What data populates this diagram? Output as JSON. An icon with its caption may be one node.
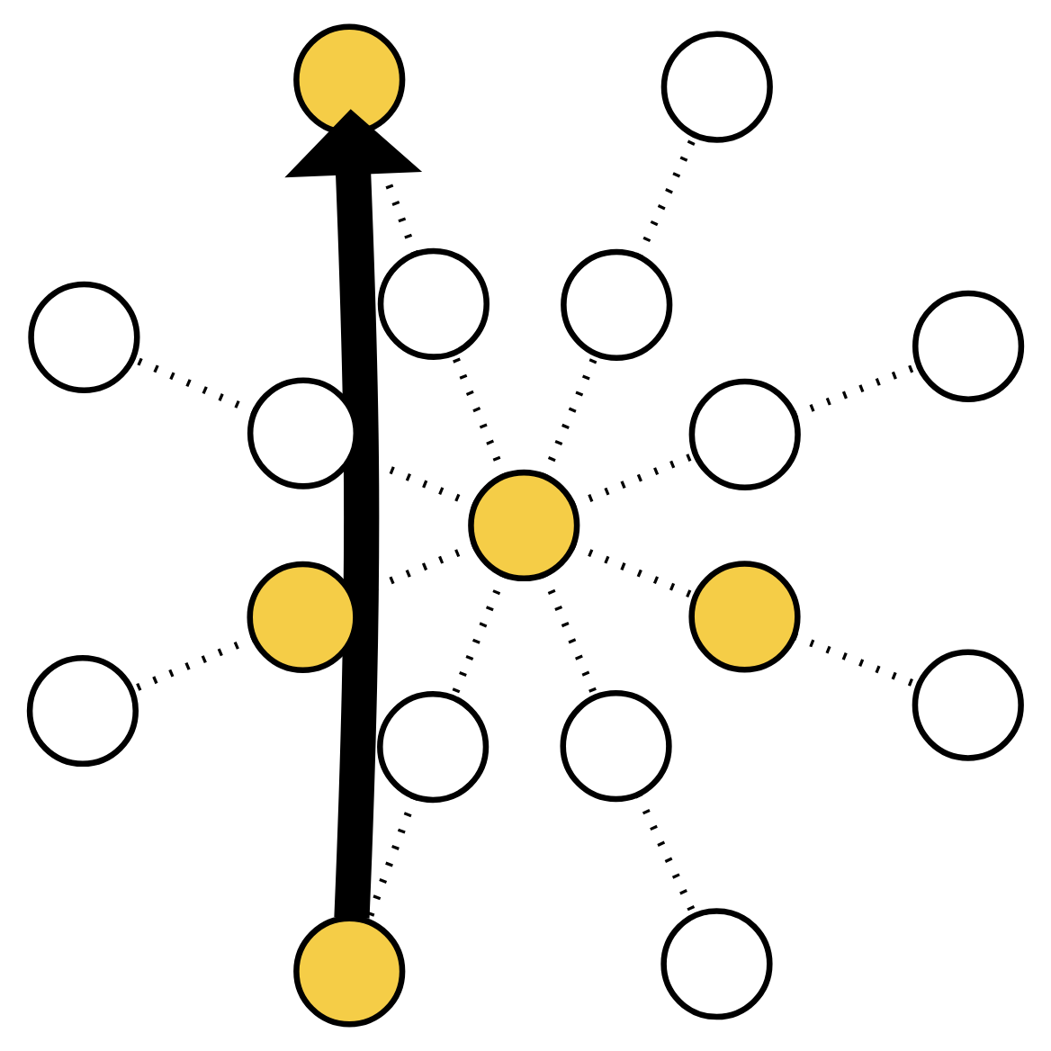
{
  "diagram": {
    "nodes": [
      {
        "text": [],
        "shape": "circle"
      },
      {
        "text": [],
        "shape": "circle"
      },
      {
        "text": [],
        "shape": "circle"
      },
      {
        "text": [],
        "shape": "circle"
      },
      {
        "text": [],
        "shape": "circle"
      },
      {
        "text": [],
        "shape": "circle"
      },
      {
        "text": [],
        "shape": "circle"
      },
      {
        "text": [],
        "shape": "circle"
      },
      {
        "text": [],
        "shape": "circle"
      },
      {
        "text": [],
        "shape": "circle"
      },
      {
        "text": [],
        "shape": "circle"
      },
      {
        "text": [],
        "shape": "circle"
      },
      {
        "text": [],
        "shape": "circle"
      },
      {
        "text": [],
        "shape": "circle"
      },
      {
        "text": [],
        "shape": "circle"
      },
      {
        "text": [],
        "shape": "circle"
      },
      {
        "text": [],
        "shape": "circle"
      }
    ],
    "edges": [
      {
        "from": 8,
        "to": 3,
        "arrow": "none",
        "style": "dashed"
      },
      {
        "from": 3,
        "to": 0,
        "arrow": "none",
        "style": "dashed"
      },
      {
        "from": 8,
        "to": 5,
        "arrow": "none",
        "style": "dashed"
      },
      {
        "from": 5,
        "to": 2,
        "arrow": "none",
        "style": "dashed"
      },
      {
        "from": 8,
        "to": 9,
        "arrow": "none",
        "style": "dashed"
      },
      {
        "from": 9,
        "to": 10,
        "arrow": "none",
        "style": "dashed"
      },
      {
        "from": 8,
        "to": 11,
        "arrow": "none",
        "style": "dashed"
      },
      {
        "from": 11,
        "to": 15,
        "arrow": "none",
        "style": "dashed"
      },
      {
        "from": 8,
        "to": 13,
        "arrow": "none",
        "style": "dashed"
      },
      {
        "from": 13,
        "to": 16,
        "arrow": "none",
        "style": "dashed"
      },
      {
        "from": 8,
        "to": 12,
        "arrow": "none",
        "style": "dashed"
      },
      {
        "from": 12,
        "to": 14,
        "arrow": "none",
        "style": "dashed"
      },
      {
        "from": 8,
        "to": 7,
        "arrow": "none",
        "style": "dashed"
      },
      {
        "from": 7,
        "to": 6,
        "arrow": "none",
        "style": "dashed"
      },
      {
        "from": 8,
        "to": 4,
        "arrow": "none",
        "style": "dashed"
      },
      {
        "from": 4,
        "to": 1,
        "arrow": "none",
        "style": "dashed"
      },
      {
        "from": 0,
        "to": 16,
        "arrow": "to",
        "style": "thick"
      }
    ]
  }
}
